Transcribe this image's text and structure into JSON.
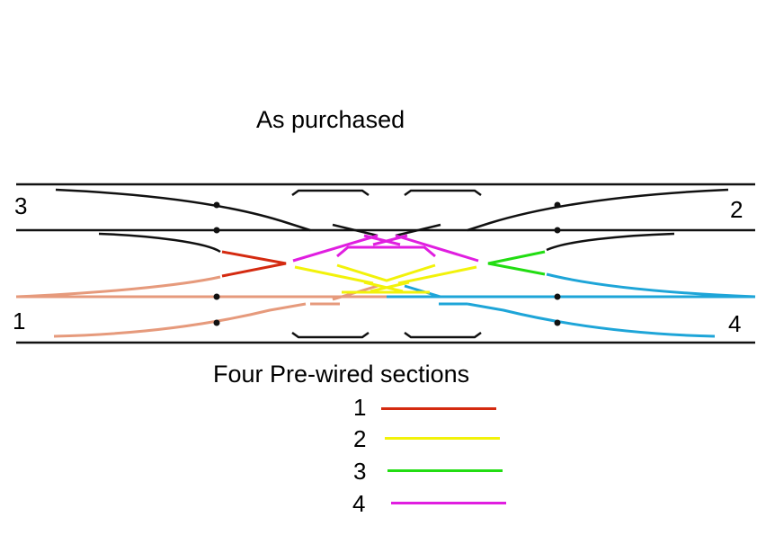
{
  "title": "As purchased",
  "end_labels": {
    "top_left": "3",
    "top_right": "2",
    "bottom_left": "1",
    "bottom_right": "4"
  },
  "legend": {
    "title": "Four Pre-wired sections",
    "items": [
      {
        "label": "1",
        "color": "#d42a10"
      },
      {
        "label": "2",
        "color": "#f2f20a"
      },
      {
        "label": "3",
        "color": "#22dd12"
      },
      {
        "label": "4",
        "color": "#e01ee0"
      }
    ]
  },
  "colors": {
    "rail": "#111111",
    "section1_outer": "#e69a7c",
    "section4_outer": "#1ea5d8"
  }
}
